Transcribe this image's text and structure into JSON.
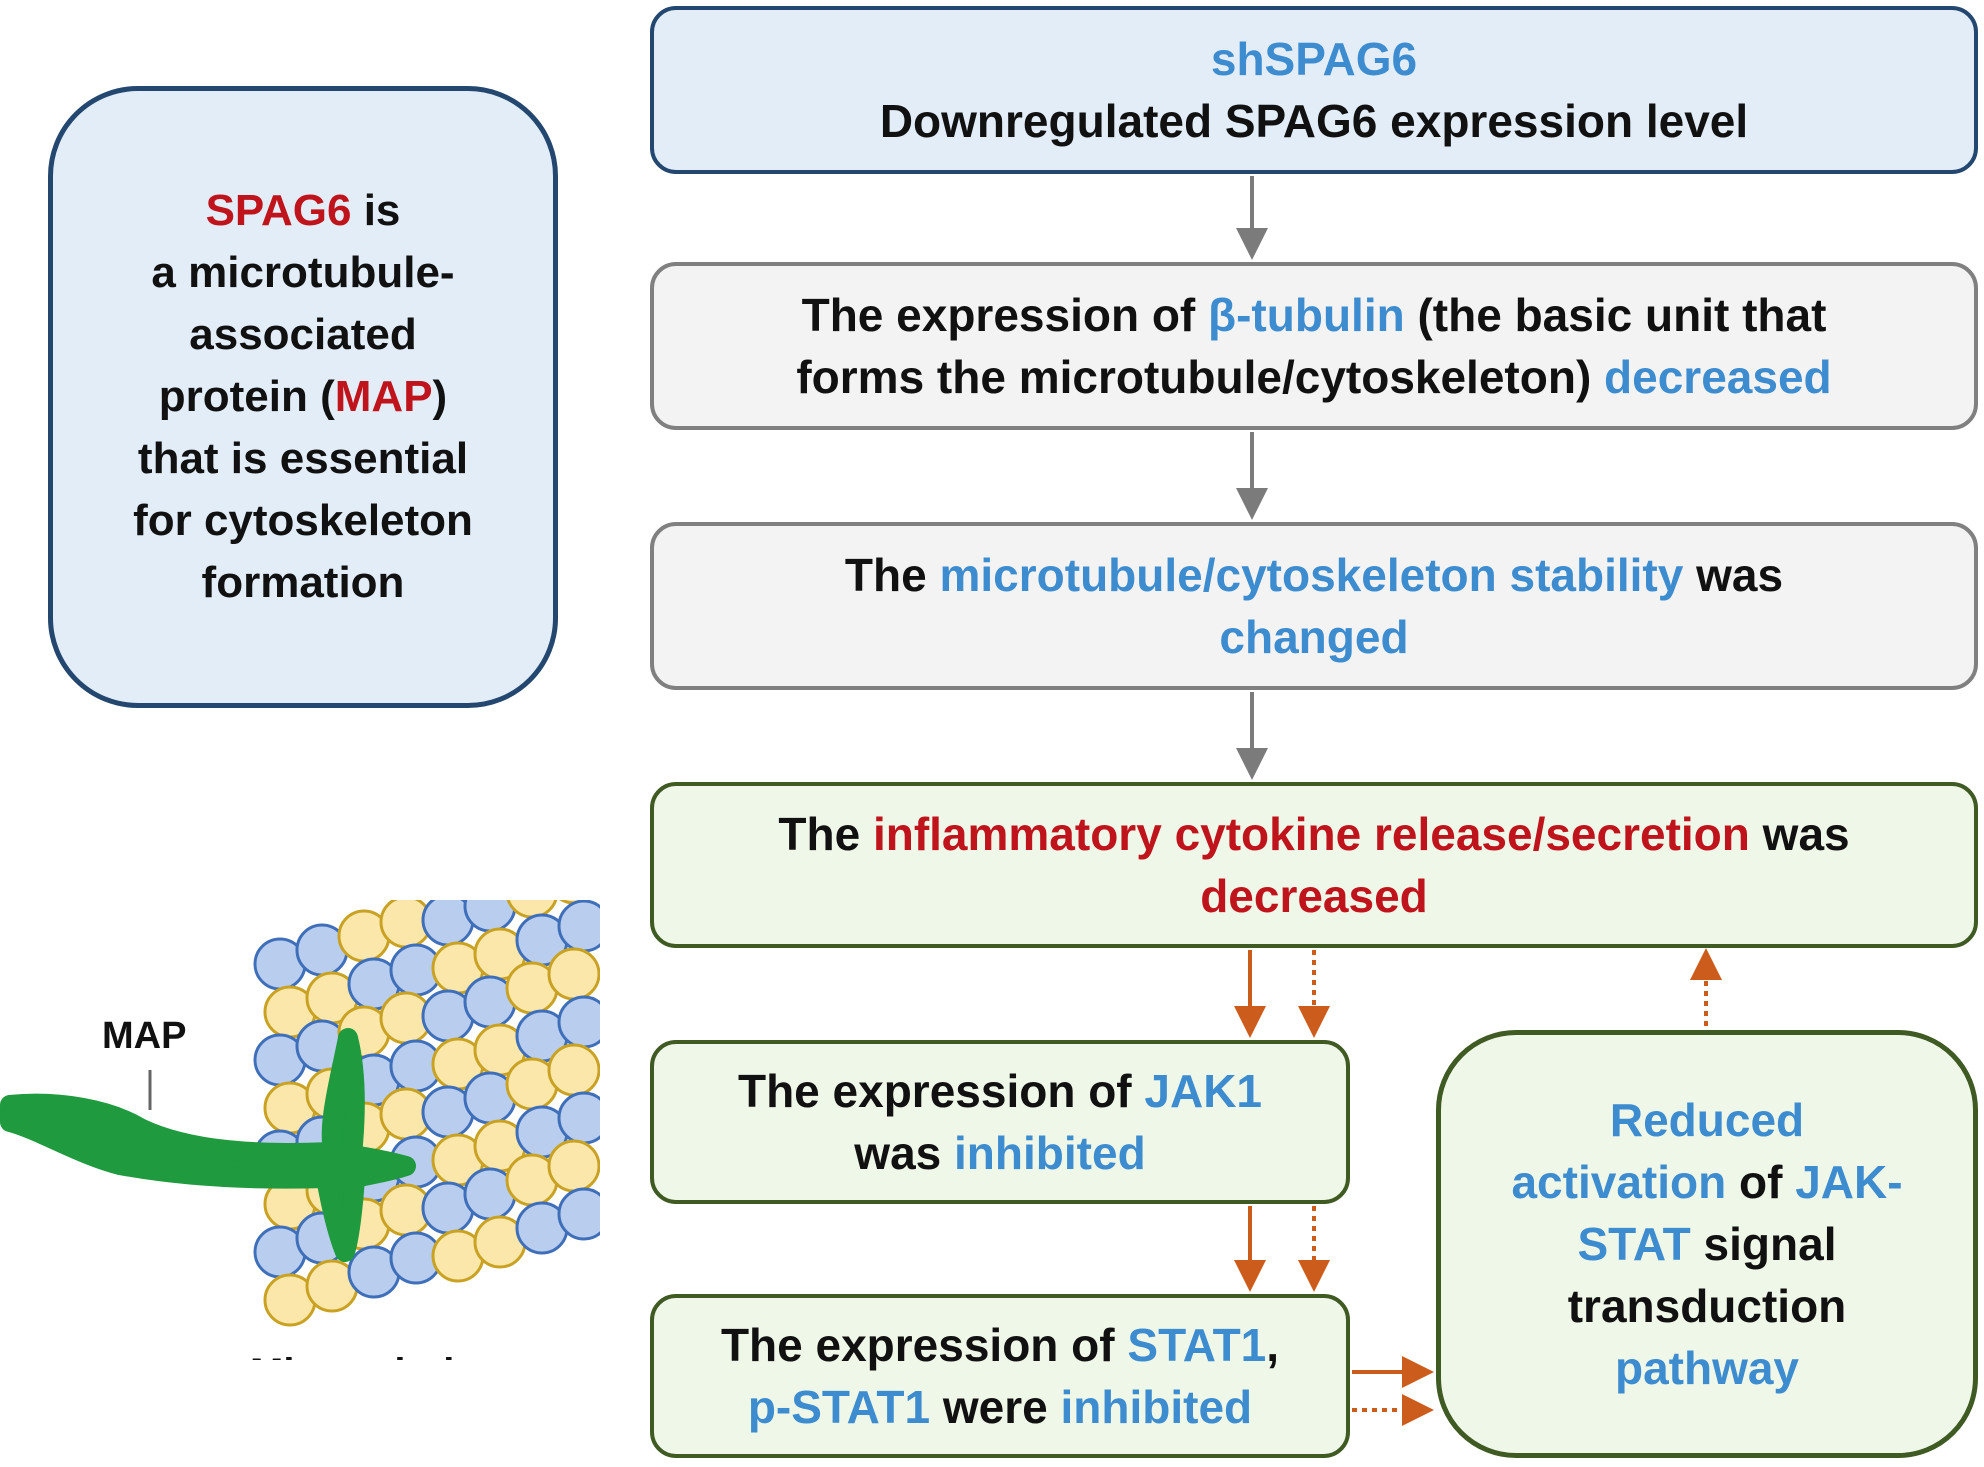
{
  "colors": {
    "blue_text": "#3d8ccf",
    "red_text": "#c0141c",
    "navy_border": "#23476f",
    "blue_fill": "#e2edf8",
    "gray_border": "#808080",
    "gray_fill": "#f3f3f3",
    "green_border": "#3f5a23",
    "green_fill": "#eff7e8",
    "gray_arrow": "#7b7b7b",
    "orange_arrow": "#cc5c1c",
    "map_green": "#1f9a3e",
    "tubulin_blue": "#b9cdef",
    "tubulin_yellow": "#fbe7aa"
  },
  "left_box": {
    "l1_a": "SPAG6",
    "l1_b": " is",
    "l2": "a microtubule-",
    "l3": "associated",
    "l4_a": "protein (",
    "l4_b": "MAP",
    "l4_c": ")",
    "l5": "that is essential",
    "l6": "for cytoskeleton",
    "l7": "formation"
  },
  "illustration": {
    "map_label": "MAP",
    "caption": "Microtubule"
  },
  "box1": {
    "l1": "shSPAG6",
    "l2": "Downregulated SPAG6 expression level"
  },
  "box2": {
    "l1_a": "The expression of ",
    "l1_b": "β-tubulin",
    "l1_c": " (the basic unit that",
    "l2_a": "forms the microtubule/cytoskeleton) ",
    "l2_b": "decreased"
  },
  "box3": {
    "l1_a": "The ",
    "l1_b": "microtubule/cytoskeleton stability",
    "l1_c": " was",
    "l2": "changed"
  },
  "box4": {
    "l1_a": "The ",
    "l1_b": "inflammatory cytokine release/secretion",
    "l1_c": " was",
    "l2": "decreased"
  },
  "box5": {
    "l1_a": "The expression of ",
    "l1_b": "JAK1",
    "l2_a": "was ",
    "l2_b": "inhibited"
  },
  "box6": {
    "l1_a": "The expression of ",
    "l1_b": "STAT1",
    "l1_c": ",",
    "l2_a": "p-STAT1",
    "l2_b": " were ",
    "l2_c": "inhibited"
  },
  "box7": {
    "l1": "Reduced",
    "l2_a": "activation",
    "l2_b": " of ",
    "l2_c": "JAK-",
    "l3_a": "STAT",
    "l3_b": " signal",
    "l4": "transduction",
    "l5": "pathway"
  }
}
